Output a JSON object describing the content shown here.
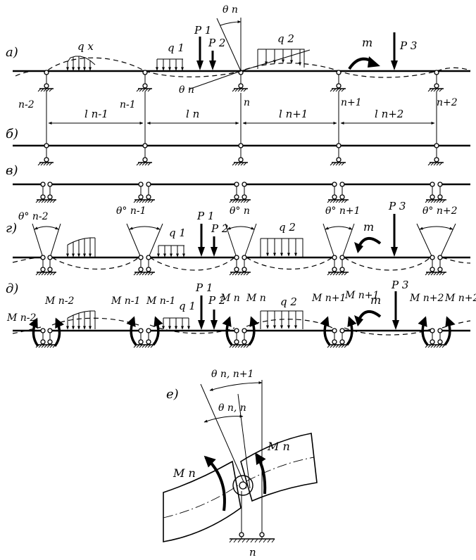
{
  "rows": {
    "a": {
      "label": "а)"
    },
    "b": {
      "label": "б)"
    },
    "v": {
      "label": "в)"
    },
    "g": {
      "label": "г)"
    },
    "d": {
      "label": "д)"
    },
    "e": {
      "label": "е)"
    }
  },
  "nodes": [
    "n-2",
    "n-1",
    "n",
    "n+1",
    "n+2"
  ],
  "spans": [
    "l n-1",
    "l n",
    "l n+1",
    "l n+2"
  ],
  "loads": {
    "qx": "q x",
    "q1": "q 1",
    "q2": "q 2",
    "P1": "P 1",
    "P2": "P 2",
    "P3": "P 3",
    "m": "m"
  },
  "angles_a": {
    "theta_n_top": "θ n",
    "theta_n_low": "θ n"
  },
  "angles_g": [
    "θ° n-2",
    "θ° n-1",
    "θ° n",
    "θ° n+1",
    "θ° n+2"
  ],
  "moments_d": [
    "M n-2",
    "M n-2",
    "M n-1",
    "M n-1",
    "M n",
    "M n",
    "M n+1",
    "M n+1",
    "M n+2",
    "M n+2"
  ],
  "detail_e": {
    "theta_nn1": "θ n, n+1",
    "theta_nn": "θ n, n",
    "M_right": "M n",
    "M_left": "M n",
    "node": "n"
  }
}
